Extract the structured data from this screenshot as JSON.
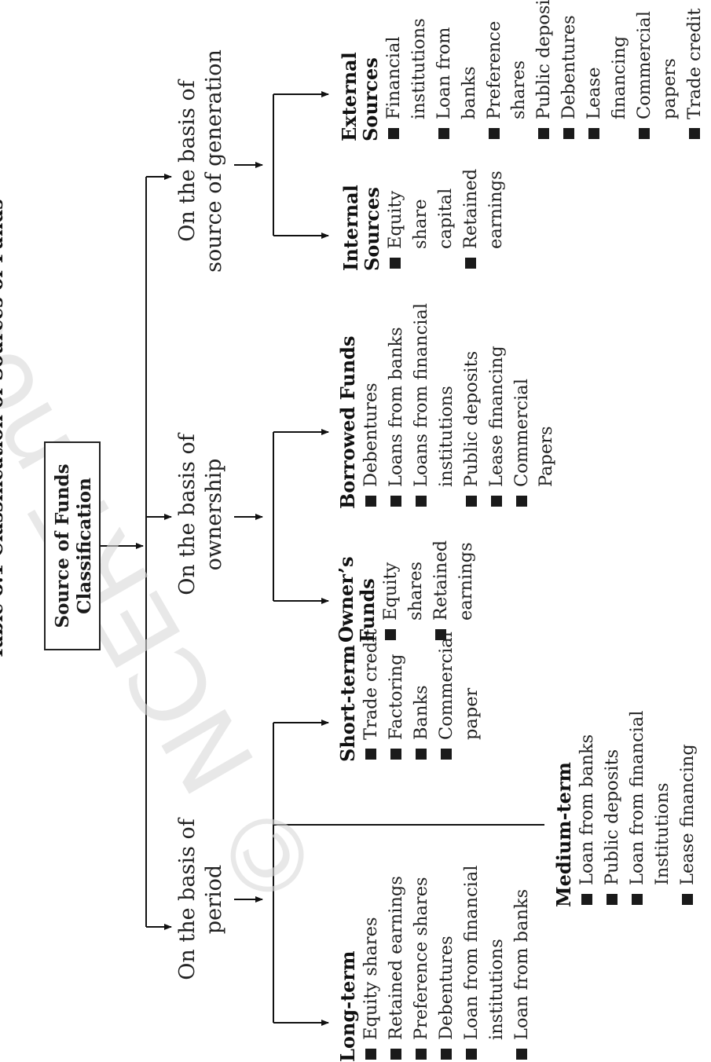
{
  "title": "Table 8.1   Classification of Sources of Funds",
  "watermark": "© NCERT not to be republished",
  "root": {
    "line1": "Source of Funds",
    "line2": "Classification"
  },
  "bases": {
    "period": {
      "line1": "On the basis of",
      "line2": "period"
    },
    "ownership": {
      "line1": "On the basis of",
      "line2": "ownership"
    },
    "generation": {
      "line1": "On the basis of",
      "line2": "source of generation"
    }
  },
  "groups": {
    "long_term": {
      "heading": "Long-term",
      "items": [
        "Equity shares",
        "Retained earnings",
        "Preference shares",
        "Debentures",
        "Loan from financial\ninstitutions",
        "Loan from banks"
      ]
    },
    "medium_term": {
      "heading": "Medium-term",
      "items": [
        "Loan from banks",
        "Public deposits",
        "Loan from financial\nInstitutions",
        "Lease financing"
      ]
    },
    "short_term": {
      "heading": "Short-term",
      "items": [
        "Trade credit",
        "Factoring",
        "Banks",
        "Commercial\npaper"
      ]
    },
    "owners_funds": {
      "heading": "Owner’s\nFunds",
      "items": [
        "Equity\nshares",
        "Retained\nearnings"
      ]
    },
    "borrowed_funds": {
      "heading": "Borrowed Funds",
      "items": [
        "Debentures",
        "Loans from banks",
        "Loans from financial\ninstitutions",
        "Public deposits",
        "Lease financing",
        "Commercial\nPapers"
      ]
    },
    "internal_sources": {
      "heading": "Internal\nSources",
      "items": [
        "Equity\nshare\ncapital",
        "Retained\nearnings"
      ]
    },
    "external_sources": {
      "heading": "External\nSources",
      "items": [
        "Financial\ninstitutions",
        "Loan from\nbanks",
        "Preference\nshares",
        "Public deposits",
        "Debentures",
        "Lease\nfinancing",
        "Commercial\npapers",
        "Trade credit"
      ]
    }
  }
}
